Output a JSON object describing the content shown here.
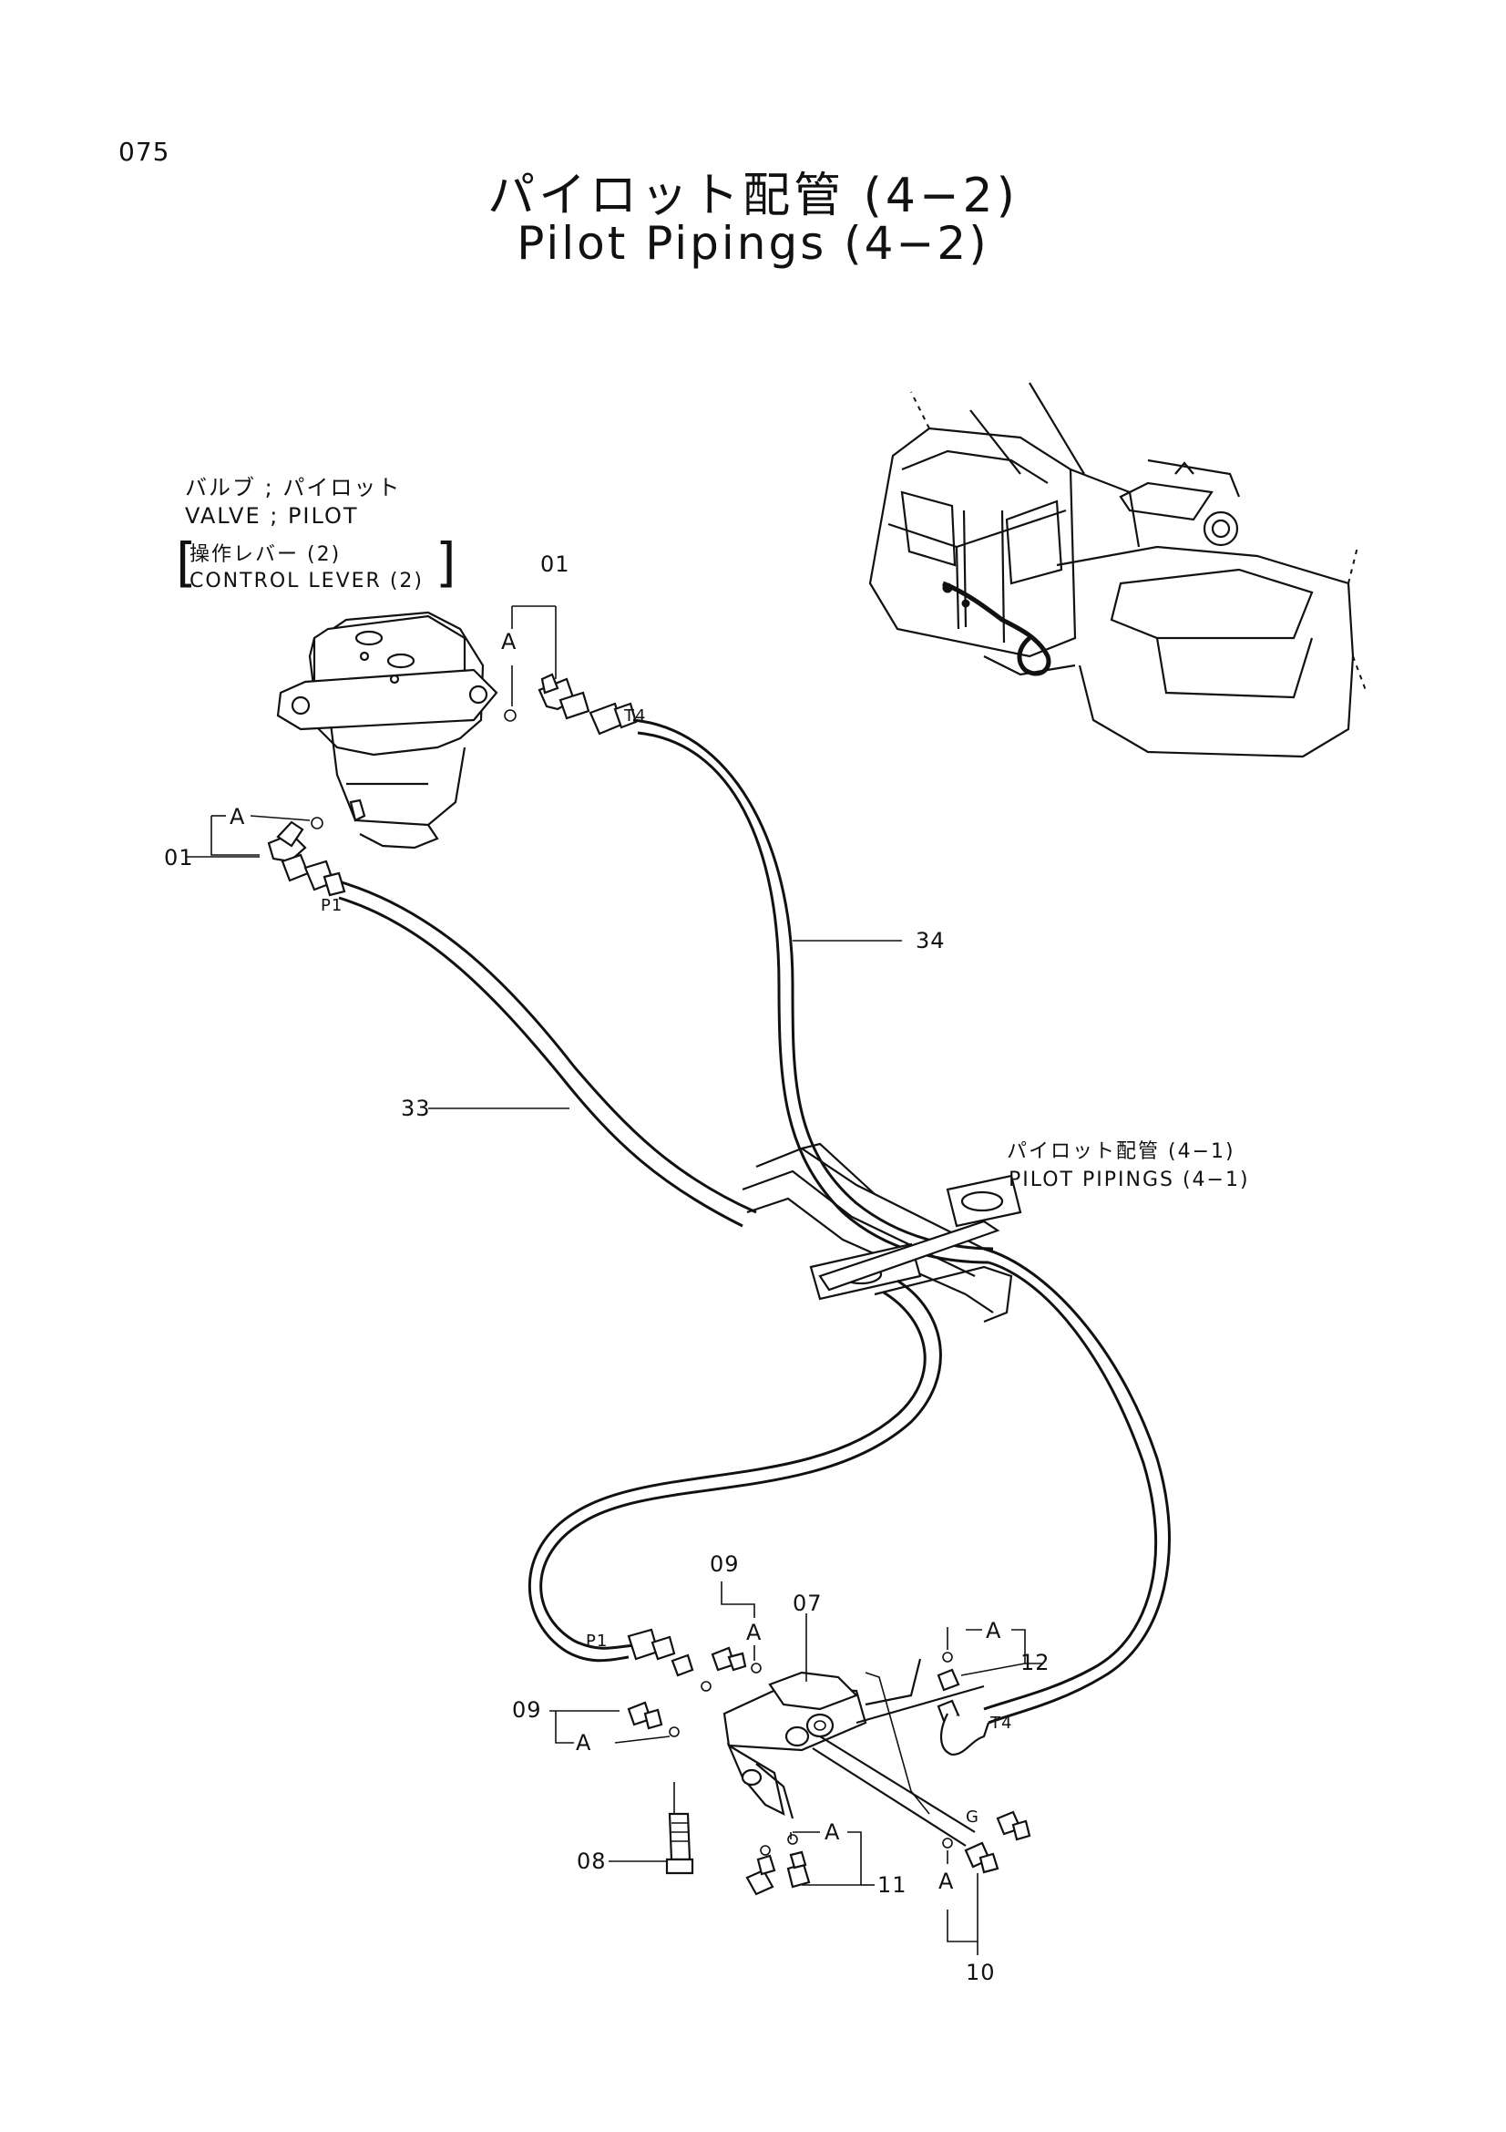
{
  "page_number": "075",
  "title_jp": "パイロット配管 (4−2)",
  "title_en": "Pilot Pipings (4−2)",
  "valve_caption": {
    "line1": "バルブ ; パイロット",
    "line2": "VALVE ; PILOT",
    "line3": "操作レバー (2)",
    "line4": "CONTROL LEVER (2)"
  },
  "ref_caption": {
    "line1": "パイロット配管 (4−1)",
    "line2": "PILOT PIPINGS (4−1)"
  },
  "part_labels": {
    "p01_top": "01",
    "p01_left": "01",
    "p34": "34",
    "p33": "33",
    "p09_top": "09",
    "p09_left": "09",
    "p07": "07",
    "p12": "12",
    "p08": "08",
    "p11": "11",
    "p10": "10"
  },
  "ports": {
    "t4_top": "T4",
    "p1_top": "P1",
    "p1_bottom": "P1",
    "t4_bottom": "T4",
    "g_port": "G"
  },
  "callout_letter": {
    "a1": "A",
    "a2": "A",
    "a3": "A",
    "a4": "A",
    "a5": "A",
    "a6": "A",
    "a7": "A"
  }
}
